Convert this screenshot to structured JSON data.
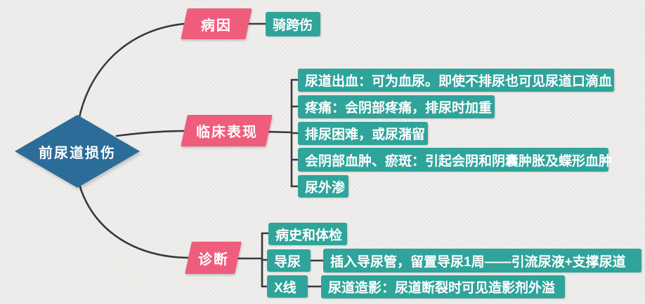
{
  "root": {
    "label": "前尿道损伤"
  },
  "branches": [
    {
      "label": "病因",
      "children": [
        {
          "label": "骑跨伤"
        }
      ]
    },
    {
      "label": "临床表现",
      "children": [
        {
          "label": "尿道出血：可为血尿。即使不排尿也可见尿道口滴血"
        },
        {
          "label": "疼痛：会阴部疼痛，排尿时加重"
        },
        {
          "label": "排尿困难，或尿潴留"
        },
        {
          "label": "会阴部血肿、瘀斑：引起会阴和阴囊肿胀及蝶形血肿"
        },
        {
          "label": "尿外渗"
        }
      ]
    },
    {
      "label": "诊断",
      "children": [
        {
          "label": "病史和体检"
        },
        {
          "label": "导尿",
          "detail": "插入导尿管，留置导尿1周——引流尿液+支撑尿道"
        },
        {
          "label": "X线",
          "detail": "尿道造影：尿道断裂时可见造影剂外溢"
        }
      ]
    }
  ],
  "colors": {
    "background": "#efeeec",
    "line": "#3a3a3a",
    "root_fill": "#2b6c99",
    "branch_fill": "#ef5d7d",
    "leaf_fill": "#2fa49b",
    "text": "#ffffff"
  }
}
